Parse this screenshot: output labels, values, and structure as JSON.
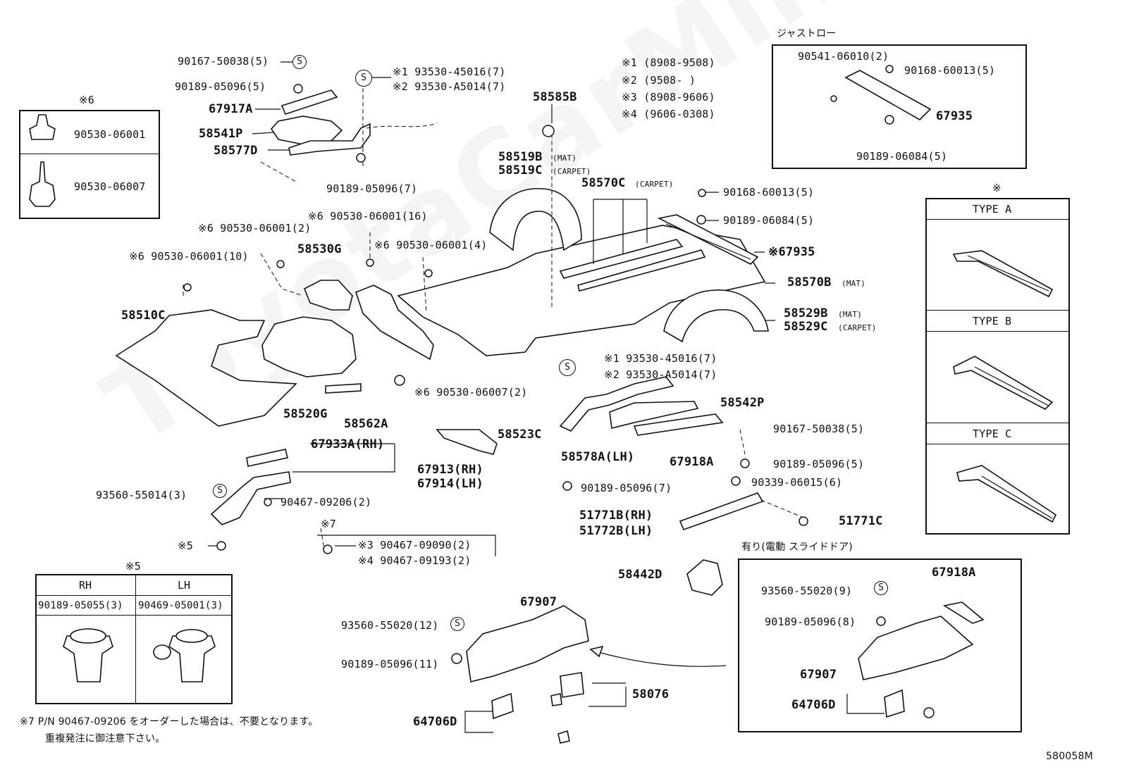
{
  "watermark": "ToyotaCarMine.ru",
  "diagram_code": "580058M",
  "footnote": {
    "line1": "※7 P/N 90467-09206 をオーダーした場合は、不要となります。",
    "line2": "重複発注に御注意下さい。"
  },
  "legend": {
    "l1": "※1 (8908-9508)",
    "l2": "※2 (9508-      )",
    "l3": "※3 (8908-9606)",
    "l4": "※4 (9606-0308)"
  },
  "just_stro": {
    "title": "ジャストロー",
    "a": "90541-06010(2)",
    "b": "90168-60013(5)",
    "c": "67935",
    "d": "90189-06084(5)"
  },
  "type_box": {
    "mark": "※",
    "a": "TYPE A",
    "b": "TYPE B",
    "c": "TYPE C"
  },
  "box6": {
    "title": "※6",
    "a": "90530-06001",
    "b": "90530-06007"
  },
  "box5": {
    "title": "※5",
    "rh": "RH",
    "lh": "LH",
    "rh_part": "90189-05055(3)",
    "lh_part": "90469-05001(3)"
  },
  "slide": {
    "title": "有り(電動 スライドドア)",
    "a": "67918A",
    "b": "93560-55020(9)",
    "c": "90189-05096(8)",
    "d": "67907",
    "e": "64706D"
  },
  "s_mark": "S",
  "labels": {
    "p1": "90167-50038(5)",
    "p2": "90189-05096(5)",
    "p3": "67917A",
    "p4": "58541P",
    "p5": "58577D",
    "p6": "※1 93530-45016(7)",
    "p7": "※2 93530-A5014(7)",
    "p8": "90189-05096(7)",
    "p9": "58585B",
    "p10": "58519B",
    "p10a": "(MAT)",
    "p11": "58519C",
    "p11a": "(CARPET)",
    "p12": "58570C",
    "p12a": "(CARPET)",
    "p13": "90168-60013(5)",
    "p14": "90189-06084(5)",
    "p15": "※67935",
    "p16": "58570B",
    "p16a": "(MAT)",
    "p17": "58529B",
    "p17a": "(MAT)",
    "p18": "58529C",
    "p18a": "(CARPET)",
    "p19": "※6 90530-06001(16)",
    "p20": "※6 90530-06001(2)",
    "p21": "※6 90530-06001(4)",
    "p22": "※6 90530-06001(10)",
    "p23": "58530G",
    "p24": "58510C",
    "p25": "58520G",
    "p26": "58562A",
    "p27": "※6 90530-06007(2)",
    "p28": "※1 93530-45016(7)",
    "p29": "※2 93530-A5014(7)",
    "p30": "58542P",
    "p31": "58523C",
    "p32": "90167-50038(5)",
    "p33": "58578A(LH)",
    "p34": "67918A",
    "p35": "90189-05096(5)",
    "p36": "90189-05096(7)",
    "p37": "90339-06015(6)",
    "p38": "51771B(RH)",
    "p39": "51772B(LH)",
    "p40": "51771C",
    "p41": "67933A(RH)",
    "p42": "67913(RH)",
    "p43": "67914(LH)",
    "p44": "93560-55014(3)",
    "p45": "90467-09206(2)",
    "p46": "※5",
    "p47": "※7",
    "p48": "※3 90467-09090(2)",
    "p49": "※4 90467-09193(2)",
    "p50": "58442D",
    "p51": "67907",
    "p52": "93560-55020(12)",
    "p53": "90189-05096(11)",
    "p54": "58076",
    "p55": "64706D"
  }
}
